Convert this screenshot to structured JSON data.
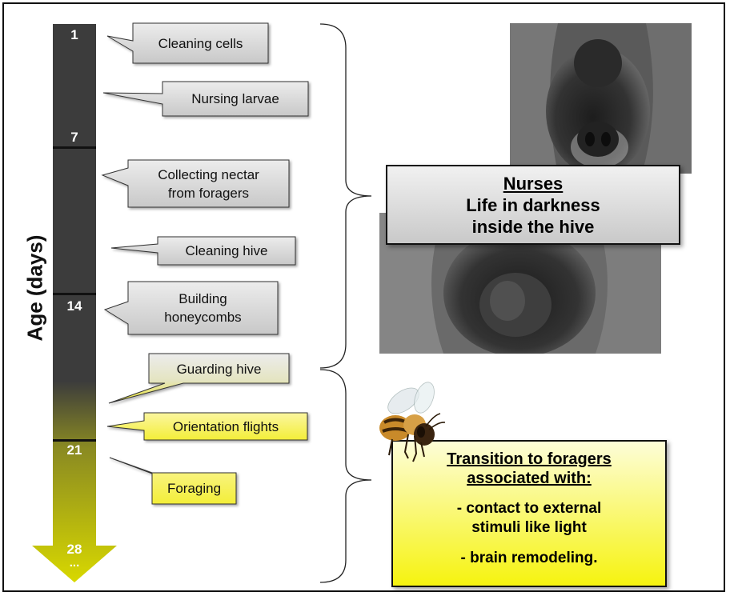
{
  "axis": {
    "title": "Age (days)",
    "ticks": [
      "1",
      "7",
      "14",
      "21",
      "28",
      "..."
    ]
  },
  "callouts": [
    {
      "label": "Cleaning cells",
      "style": "gray"
    },
    {
      "label": "Nursing larvae",
      "style": "gray"
    },
    {
      "label": "Collecting nectar\nfrom foragers",
      "style": "gray"
    },
    {
      "label": "Cleaning hive",
      "style": "gray"
    },
    {
      "label": "Building\nhoneycombs",
      "style": "gray"
    },
    {
      "label": "Guarding hive",
      "style": "gray-yellow"
    },
    {
      "label": "Orientation flights",
      "style": "yellow"
    },
    {
      "label": "Foraging",
      "style": "yellow"
    }
  ],
  "nurses": {
    "heading": "Nurses",
    "line1": "Life in darkness",
    "line2": "inside the hive"
  },
  "foragers": {
    "heading1": "Transition to foragers",
    "heading2": "associated with:",
    "point1_line1": "- contact to external",
    "point1_line2": "stimuli like light",
    "point2": "- brain remodeling."
  },
  "colors": {
    "bar_dark": "#3c3c3c",
    "bar_yellow": "#dddd00",
    "callout_gray": "#d4d4d4",
    "callout_yellow": "#f7f25a",
    "box_yellow": "#f6f30f"
  },
  "icons": [
    "bee-icon"
  ]
}
